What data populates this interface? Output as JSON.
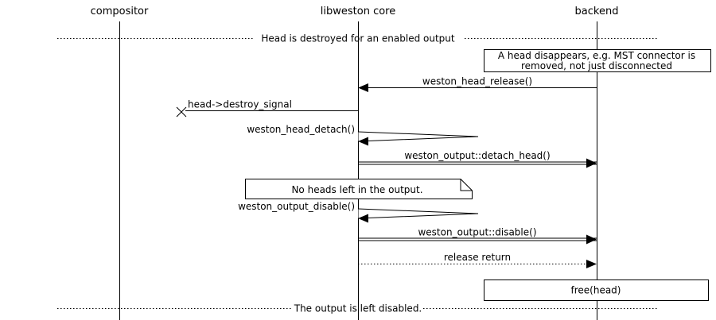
{
  "diagram": {
    "kind": "sequence-diagram",
    "colors": {
      "foreground": "#000000",
      "background": "#ffffff"
    },
    "actors": [
      {
        "name": "compositor"
      },
      {
        "name": "libweston core"
      },
      {
        "name": "backend"
      }
    ],
    "dividers": [
      {
        "label": "Head is destroyed for an enabled output"
      },
      {
        "label": "The output is left disabled."
      }
    ],
    "notes": [
      {
        "shape": "box",
        "lines": [
          "A head disappears, e.g. MST connector is",
          "removed, not just disconnected"
        ]
      },
      {
        "shape": "note",
        "lines": [
          "No heads left in the output."
        ]
      },
      {
        "shape": "box",
        "lines": [
          "free(head)"
        ]
      }
    ],
    "messages": [
      {
        "label": "weston_head_release()",
        "from": "backend",
        "to": "libweston core",
        "line": "solid",
        "arrow": "filled-left"
      },
      {
        "label": "head->destroy_signal",
        "from": "libweston core",
        "to": "lost",
        "line": "solid",
        "arrow": "lost-x"
      },
      {
        "label": "weston_head_detach()",
        "from": "libweston core",
        "to": "libweston core",
        "line": "solid",
        "arrow": "self-call"
      },
      {
        "label": "weston_output::detach_head()",
        "from": "libweston core",
        "to": "backend",
        "line": "double",
        "arrow": "filled-right"
      },
      {
        "label": "weston_output_disable()",
        "from": "libweston core",
        "to": "libweston core",
        "line": "solid",
        "arrow": "self-call"
      },
      {
        "label": "weston_output::disable()",
        "from": "libweston core",
        "to": "backend",
        "line": "double",
        "arrow": "filled-right"
      },
      {
        "label": "release return",
        "from": "libweston core",
        "to": "backend",
        "line": "dotted",
        "arrow": "filled-right"
      }
    ]
  }
}
